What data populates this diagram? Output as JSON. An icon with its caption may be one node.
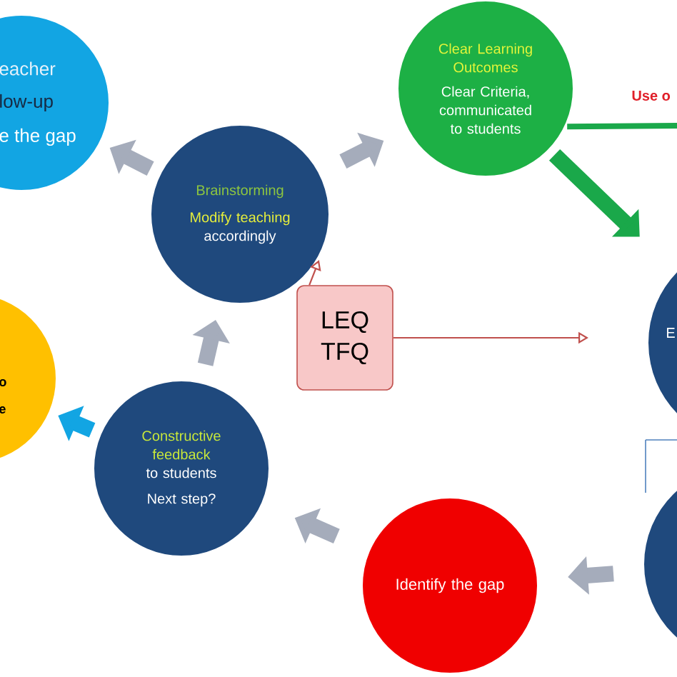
{
  "diagram": {
    "nodes": [
      {
        "text": [
          "eacher",
          "low-up",
          "e the gap"
        ]
      },
      {
        "text": [
          "Brainstorming",
          "Modify teaching",
          "accordingly"
        ]
      },
      {
        "text": [
          "Clear Learning Outcomes",
          "Clear Criteria, communicated to students"
        ]
      },
      {
        "text": [
          "E"
        ]
      },
      {
        "text": [
          "LEQ TFQ"
        ]
      },
      {
        "text": [
          "o",
          "e"
        ]
      },
      {
        "text": [
          "Constructive feedback",
          "to students",
          "Next step?"
        ]
      },
      {
        "text": [
          "Identify the gap"
        ]
      },
      {
        "text": [],
        "shape": "circle"
      }
    ],
    "edges": [
      {
        "from": 1,
        "to": 0,
        "arrow": "to"
      },
      {
        "from": 1,
        "to": 2,
        "arrow": "to"
      },
      {
        "from": 2,
        "to": 3,
        "arrow": "to",
        "color": "#1aa84a"
      },
      {
        "from": 2,
        "to": null,
        "arrow": "none",
        "color": "#1aa84a",
        "label": "Use o"
      },
      {
        "from": 4,
        "to": 1,
        "arrow": "to",
        "color": "#c0504d"
      },
      {
        "from": 4,
        "to": 3,
        "arrow": "to",
        "color": "#c0504d"
      },
      {
        "from": 6,
        "to": 5,
        "arrow": "to",
        "color": "#12a5e3"
      },
      {
        "from": 6,
        "to": 1,
        "arrow": "to"
      },
      {
        "from": 7,
        "to": 6,
        "arrow": "to"
      },
      {
        "from": 8,
        "to": 7,
        "arrow": "to"
      }
    ]
  }
}
